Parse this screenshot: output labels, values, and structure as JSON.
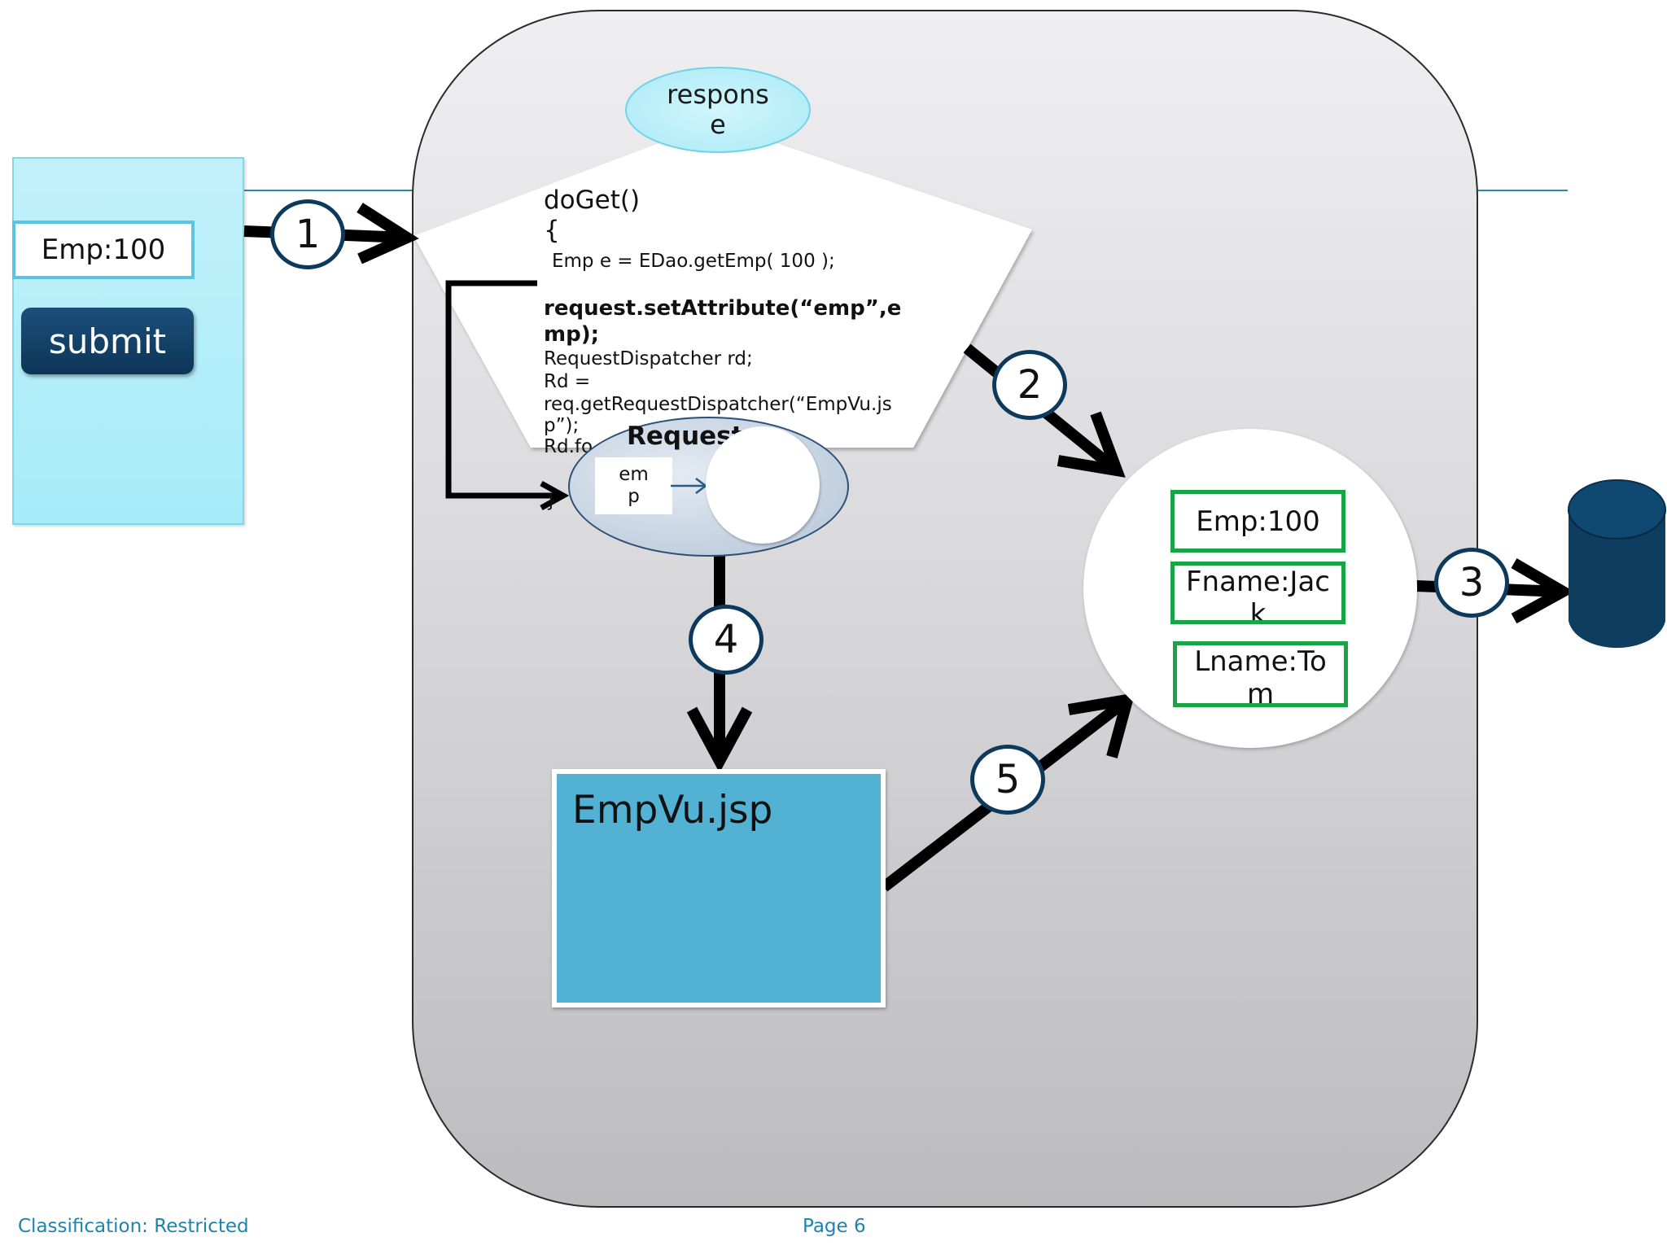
{
  "client": {
    "input_value": "Emp:100",
    "submit_label": "submit"
  },
  "server": {
    "response_label": "response",
    "code": {
      "line1": "doGet()",
      "line2": "{",
      "line3": "Emp e = EDao.getEmp( 100 );",
      "line4a": "request.setAttribute(“emp”,e",
      "line4b": "mp);",
      "line5": "RequestDispatcher rd;",
      "line6": "Rd =",
      "line7a": "req.getRequestDispatcher(“EmpVu.js",
      "line7b": "p”);",
      "line8": "Rd.fo",
      "line9": "}"
    },
    "request_object": {
      "title": "Request",
      "attribute_label": "emp"
    },
    "employee": {
      "emp_field": "Emp:100",
      "fname_field": "Fname:Jack",
      "lname_field": "Lname:Tom"
    },
    "view_label": "EmpVu.jsp"
  },
  "steps": [
    "1",
    "2",
    "3",
    "4",
    "5"
  ],
  "footer": {
    "classification": "Classification: Restricted",
    "page": "Page 6"
  },
  "colors": {
    "client_panel": "#a6ebf8",
    "submit_button": "#0d3556",
    "field_border": "#19a547",
    "view_fill": "#53b2d4",
    "database": "#0d3d5f",
    "step_border": "#0d3a5c",
    "footer_text": "#1f83b0"
  }
}
